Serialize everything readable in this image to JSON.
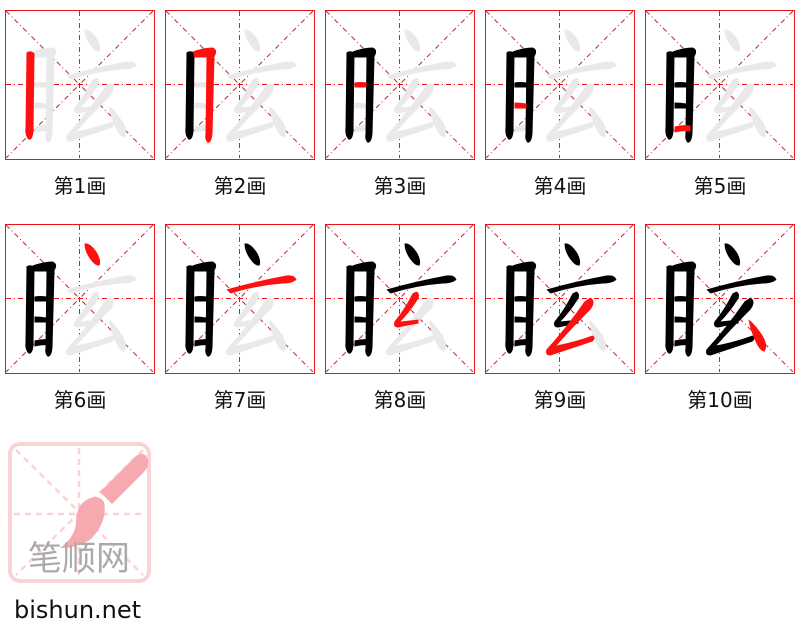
{
  "character": "眩",
  "total_strokes": 10,
  "colors": {
    "grid_border": "#e8141a",
    "current_stroke": "#ff1010",
    "done_stroke": "#000000",
    "ghost_stroke": "#e9e9e9",
    "logo_pink": "#f6b6ba"
  },
  "steps": [
    {
      "label": "第1画",
      "step": 1
    },
    {
      "label": "第2画",
      "step": 2
    },
    {
      "label": "第3画",
      "step": 3
    },
    {
      "label": "第4画",
      "step": 4
    },
    {
      "label": "第5画",
      "step": 5
    },
    {
      "label": "第6画",
      "step": 6
    },
    {
      "label": "第7画",
      "step": 7
    },
    {
      "label": "第8画",
      "step": 8
    },
    {
      "label": "第9画",
      "step": 9
    },
    {
      "label": "第10画",
      "step": 10
    }
  ],
  "logo": {
    "text": "笔顺网",
    "site": "bishun.net"
  }
}
